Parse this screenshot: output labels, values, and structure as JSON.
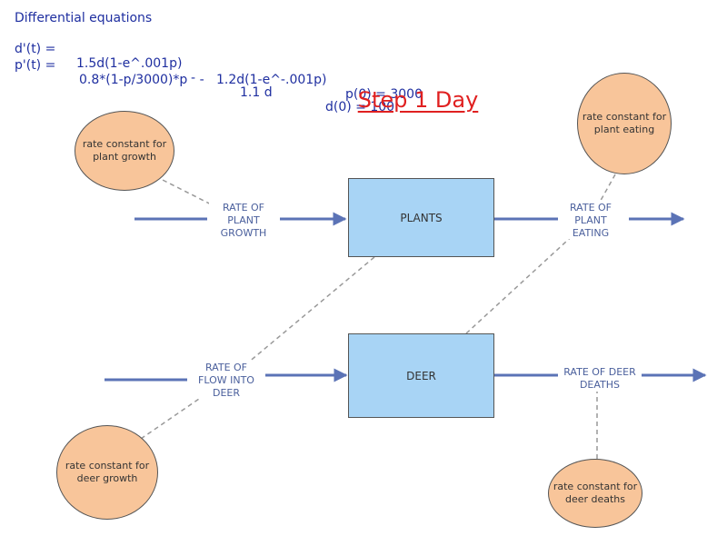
{
  "equations": {
    "heading": "Differential equations",
    "deer_lhs": "d'(t) =",
    "deer_term1": "1.5d(1-e^.001p)",
    "deer_minus": "-",
    "deer_term2": "1.1 d",
    "deer_initial": "d(0) = 100",
    "plants_lhs": "p'(t) =",
    "plants_rhs": "0.8*(1-p/3000)*p   -   1.2d(1-e^-.001p)",
    "plants_initial": "p(0) = 3000"
  },
  "title": "Step 1 Day",
  "stocks": {
    "plants": "PLANTS",
    "deer": "DEER"
  },
  "flows": {
    "plant_growth": "RATE OF\nPLANT\nGROWTH",
    "plant_eating": "RATE OF\nPLANT\nEATING",
    "flow_into_deer": "RATE OF\nFLOW INTO\nDEER",
    "deer_deaths": "RATE OF DEER\nDEATHS"
  },
  "converters": {
    "plant_growth_rate": "rate constant for plant growth",
    "plant_eating_rate": "rate constant for plant eating",
    "deer_growth_rate": "rate constant for deer growth",
    "deer_deaths_rate": "rate constant for deer deaths"
  },
  "colors": {
    "stock_fill": "#a8d4f5",
    "converter_fill": "#f8c59a",
    "flow_arrow": "#5b73b6",
    "connector": "#999999",
    "equation_text": "#1f2fa0",
    "title_text": "#e02020"
  }
}
